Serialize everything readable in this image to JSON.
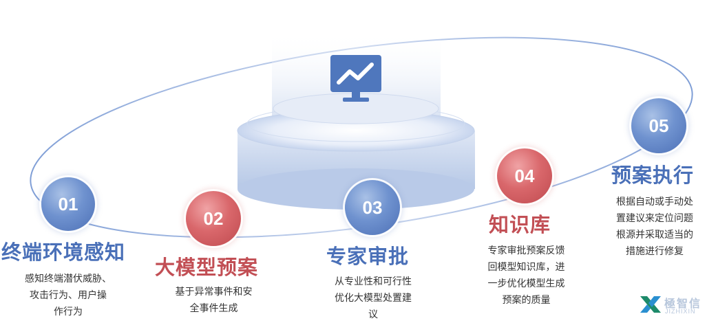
{
  "steps": [
    {
      "num": "01",
      "title": "终端环境感知",
      "desc_lines": [
        "感知终端潜伏威胁、",
        "攻击行为、用户操",
        "作行为"
      ],
      "color": "blue"
    },
    {
      "num": "02",
      "title": "大模型预案",
      "desc_lines": [
        "基于异常事件和安",
        "全事件生成"
      ],
      "color": "red"
    },
    {
      "num": "03",
      "title": "专家审批",
      "desc_lines": [
        "从专业性和可行性",
        "优化大模型处置建",
        "议"
      ],
      "color": "blue"
    },
    {
      "num": "04",
      "title": "知识库",
      "desc_lines": [
        "专家审批预案反馈",
        "回模型知识库，进",
        "一步优化模型生成",
        "预案的质量"
      ],
      "color": "red"
    },
    {
      "num": "05",
      "title": "预案执行",
      "desc_lines": [
        "根据自动或手动处",
        "置建议来定位问题",
        "根源并采取适当的",
        "措施进行修复"
      ],
      "color": "blue"
    }
  ],
  "logo": {
    "name": "極智信",
    "sub": "JIZHIXIN"
  },
  "colors": {
    "blue": "#4a70b8",
    "red": "#c24f55",
    "orbit": "#9fb6dd"
  },
  "icons": {
    "center": "monitor-chart-icon",
    "logo": "x-logo-icon"
  }
}
